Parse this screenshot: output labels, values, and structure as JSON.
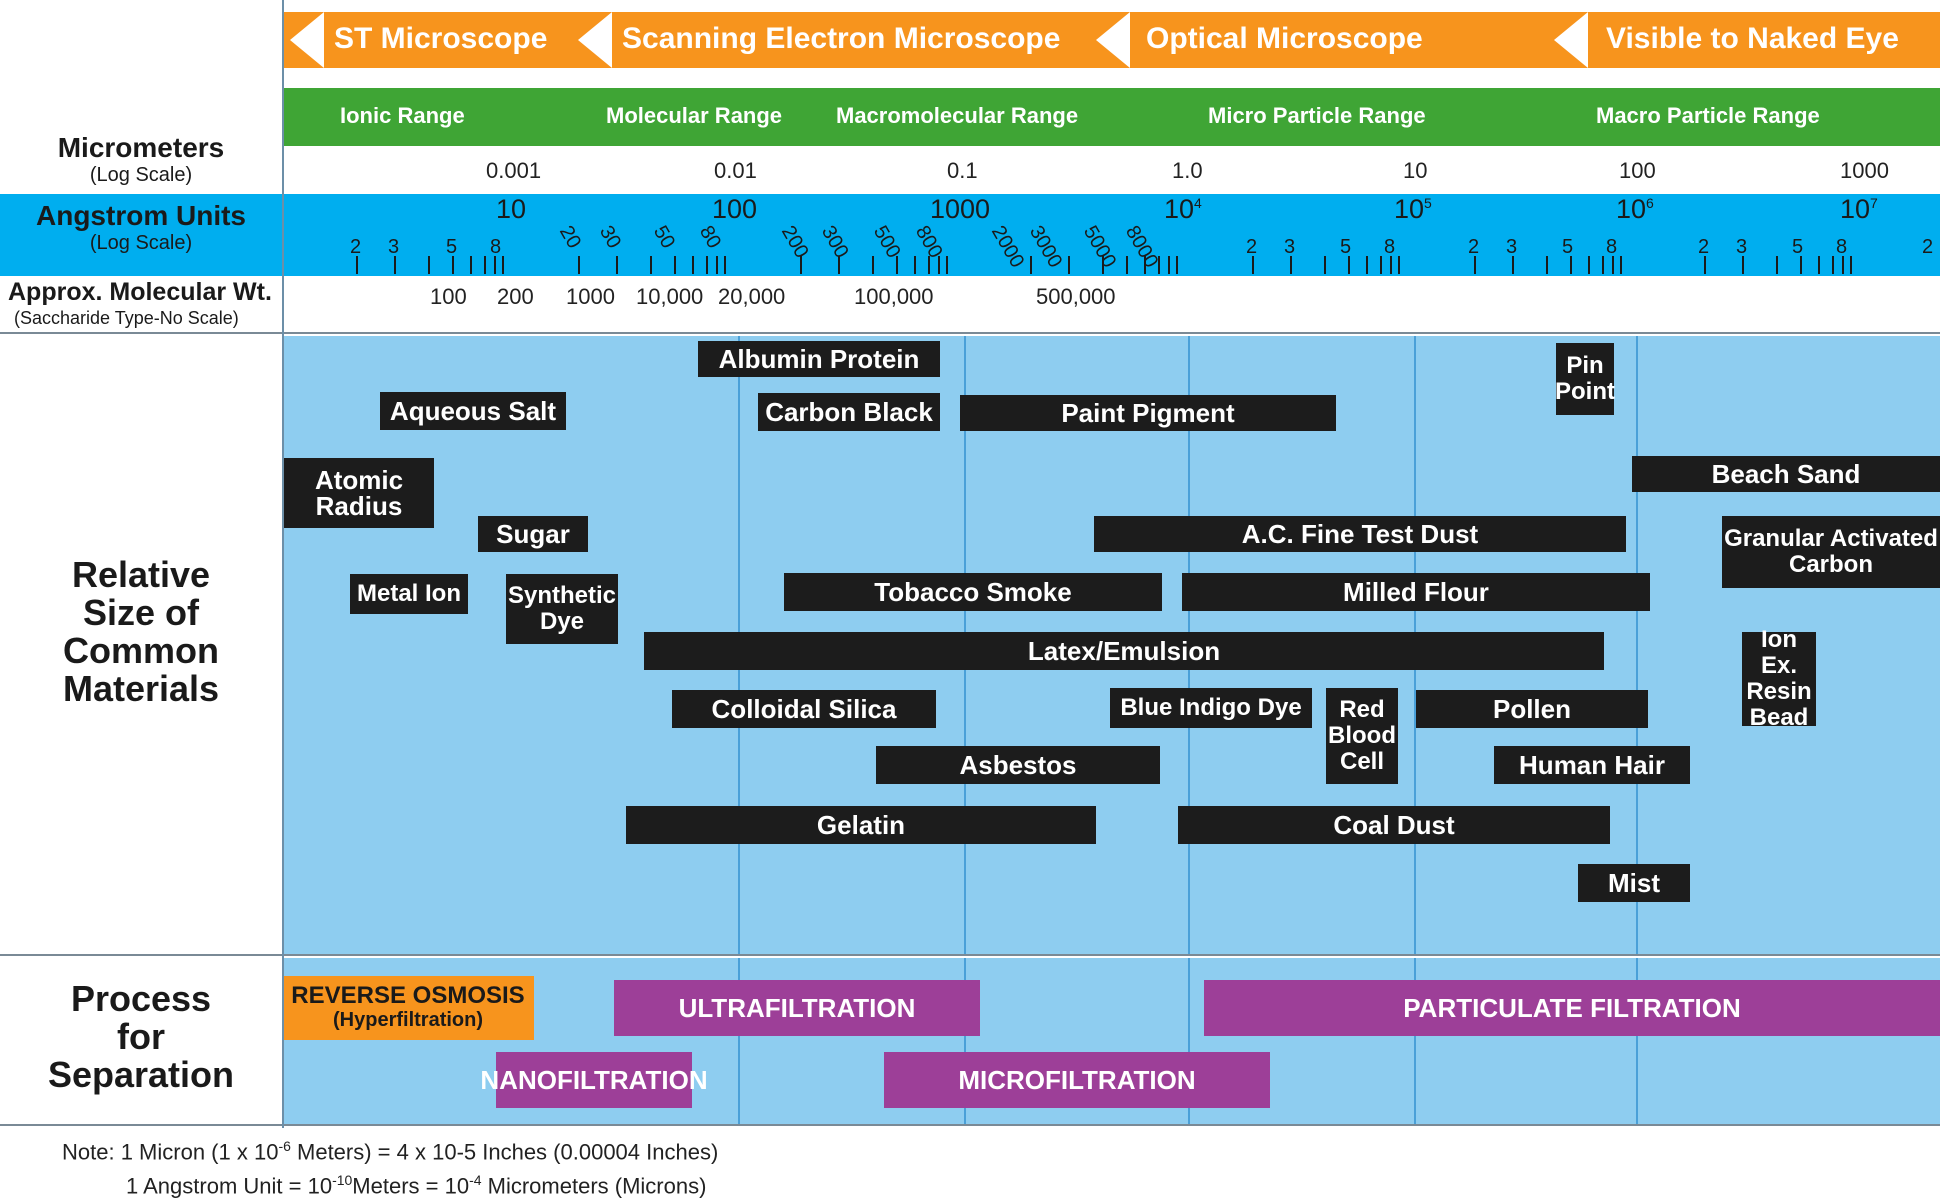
{
  "colors": {
    "microscope_banner": "#f7941d",
    "range_band": "#3fa535",
    "angstrom_band": "#00aeef",
    "materials_panel": "#8ecdf0",
    "material_box": "#1c1c1c",
    "process_purple": "#9d3f98",
    "process_orange": "#f7941d"
  },
  "microscopes": [
    "ST Microscope",
    "Scanning Electron Microscope",
    "Optical Microscope",
    "Visible to Naked Eye"
  ],
  "ranges": [
    "Ionic Range",
    "Molecular Range",
    "Macromolecular Range",
    "Micro Particle Range",
    "Macro Particle Range"
  ],
  "labels": {
    "micrometers": "Micrometers",
    "micrometers_sub": "(Log Scale)",
    "angstrom": "Angstrom Units",
    "angstrom_sub": "(Log Scale)",
    "mol_wt": "Approx. Molecular Wt.",
    "mol_wt_sub": "(Saccharide Type-No Scale)",
    "relative_size": [
      "Relative",
      "Size of",
      "Common",
      "Materials"
    ],
    "process": [
      "Process",
      "for",
      "Separation"
    ]
  },
  "micrometer_ticks": [
    "0.001",
    "0.01",
    "0.1",
    "1.0",
    "10",
    "100",
    "1000"
  ],
  "angstrom_major": [
    "10",
    "100",
    "1000",
    "10",
    "10",
    "10",
    "10"
  ],
  "angstrom_exponents": [
    "4",
    "5",
    "6",
    "7"
  ],
  "angstrom_minor_labels": [
    "2",
    "3",
    "5",
    "8"
  ],
  "angstrom_rotated": [
    "20",
    "30",
    "50",
    "80",
    "200",
    "300",
    "500",
    "800",
    "2000",
    "3000",
    "5000",
    "8000"
  ],
  "molecular_weights": [
    "100",
    "200",
    "1000",
    "10,000",
    "20,000",
    "100,000",
    "500,000"
  ],
  "materials": [
    "Albumin Protein",
    "Aqueous Salt",
    "Carbon Black",
    "Paint Pigment",
    "Pin Point",
    "Atomic Radius",
    "Beach Sand",
    "Sugar",
    "A.C. Fine Test Dust",
    "Granular Activated Carbon",
    "Metal Ion",
    "Synthetic Dye",
    "Tobacco Smoke",
    "Milled Flour",
    "Latex/Emulsion",
    "Ion Ex. Resin Bead",
    "Colloidal Silica",
    "Blue Indigo Dye",
    "Red Blood Cell",
    "Pollen",
    "Asbestos",
    "Human Hair",
    "Gelatin",
    "Coal Dust",
    "Mist"
  ],
  "processes": {
    "reverse_osmosis": "REVERSE OSMOSIS",
    "reverse_osmosis_sub": "(Hyperfiltration)",
    "ultrafiltration": "ULTRAFILTRATION",
    "particulate": "PARTICULATE FILTRATION",
    "nanofiltration": "NANOFILTRATION",
    "microfiltration": "MICROFILTRATION"
  },
  "notes": {
    "line1_a": "Note:  1 Micron (1 x 10",
    "line1_exp": "-6",
    "line1_b": " Meters) = 4 x 10-5 Inches (0.00004 Inches)",
    "line2_a": "1 Angstrom Unit = 10",
    "line2_exp": "-10",
    "line2_b": "Meters = 10",
    "line2_exp2": "-4",
    "line2_c": " Micrometers (Microns)"
  }
}
